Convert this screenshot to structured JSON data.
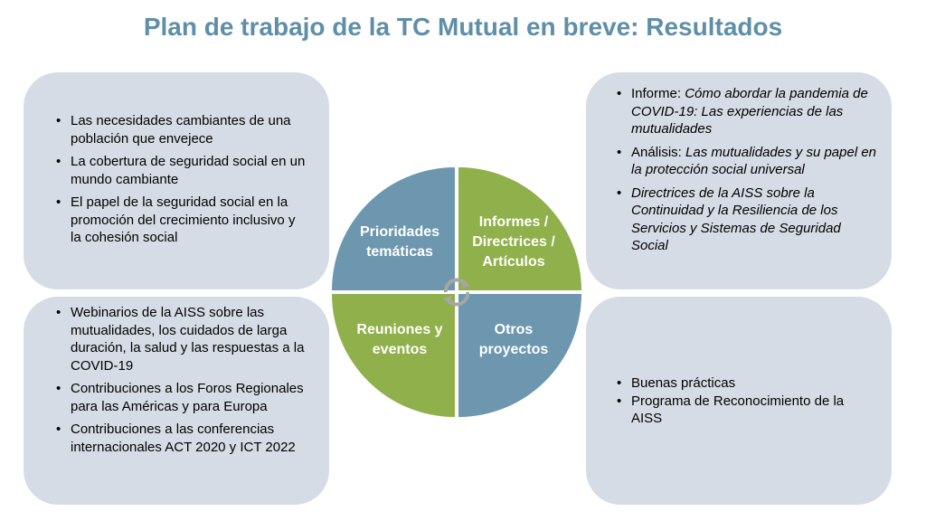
{
  "title": "Plan de trabajo de la TC Mutual en breve: Resultados",
  "colors": {
    "title": "#5f8fa8",
    "blue": "#6d97ae",
    "green": "#8fb04a",
    "panel": "#d6dce5"
  },
  "top_left": {
    "items": [
      "Las necesidades cambiantes de una población que envejece",
      "La cobertura de seguridad social en un mundo cambiante",
      "El papel de la seguridad social en la promoción del crecimiento inclusivo y la cohesión social"
    ]
  },
  "bottom_left": {
    "items": [
      "Webinarios de la AISS sobre las mutualidades, los cuidados de larga duración, la salud y las respuestas a la COVID-19",
      "Contribuciones a los Foros Regionales para las Américas y para Europa",
      "Contribuciones a las conferencias internacionales ACT 2020 y ICT 2022"
    ]
  },
  "top_right": {
    "item1_prefix": "Informe: ",
    "item1_title": "Cómo abordar la pandemia de COVID-19: Las experiencias de las mutualidades",
    "item2_prefix": "Análisis: ",
    "item2_title": "Las mutualidades y su papel en la protección social universal",
    "item3_title": "Directrices de la AISS sobre la Continuidad y la Resiliencia de los Servicios y Sistemas de Seguridad Social"
  },
  "bottom_right": {
    "items": [
      "Buenas prácticas",
      "Programa de Reconocimiento de la AISS"
    ]
  },
  "quadrants": {
    "top_left": "Prioridades temáticas",
    "top_right": "Informes / Directrices / Artículos",
    "bottom_left": "Reuniones y eventos",
    "bottom_right": "Otros proyectos"
  },
  "center_icon": "cycle-arrows-icon"
}
